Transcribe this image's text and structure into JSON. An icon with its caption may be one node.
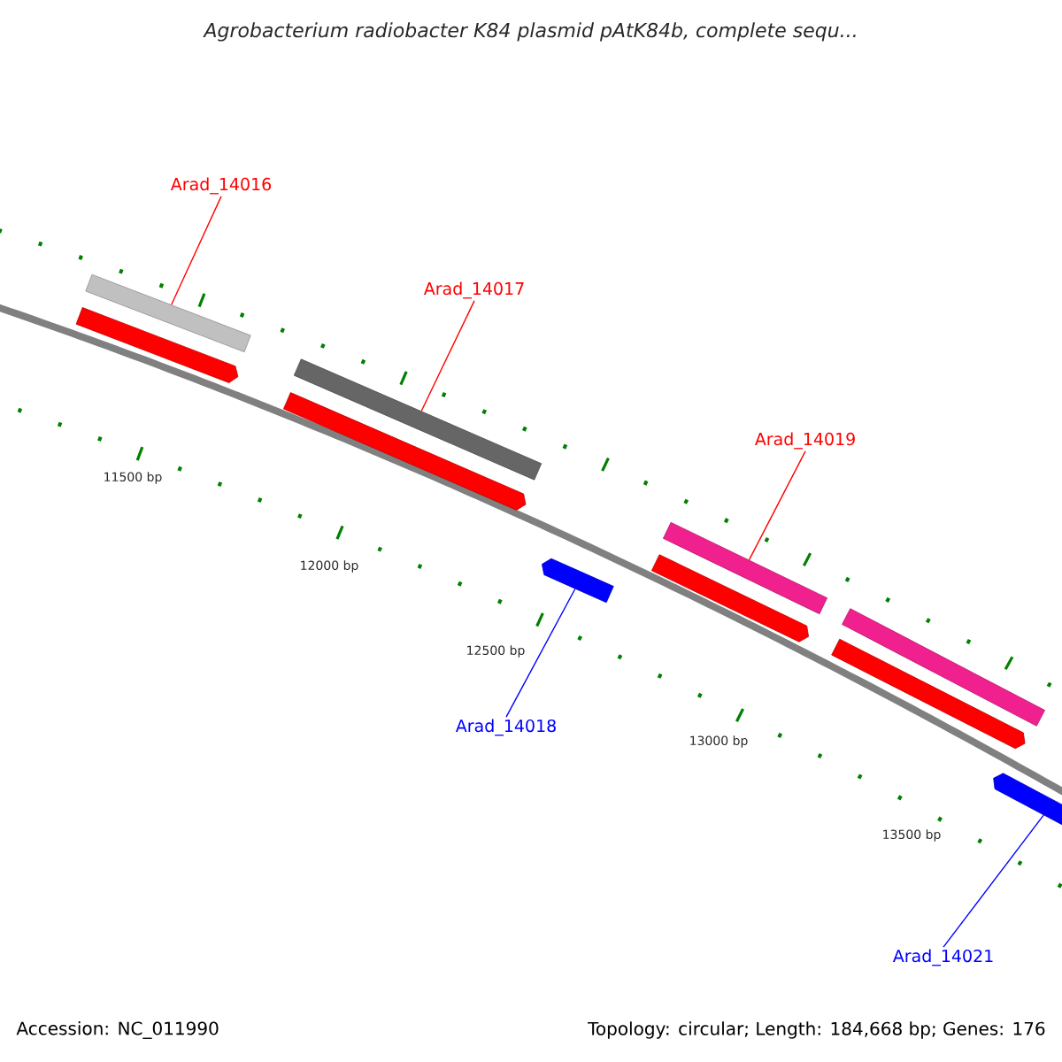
{
  "diagram": {
    "title": "Agrobacterium radiobacter K84 plasmid pAtK84b, complete sequ...",
    "nodes": [
      {
        "text": [
          "Arad_14016"
        ]
      },
      {
        "text": [],
        "shape": "bar"
      },
      {
        "text": [
          "Arad_14017"
        ]
      },
      {
        "text": [],
        "shape": "bar"
      },
      {
        "text": [
          "Arad_14019"
        ]
      },
      {
        "text": [],
        "shape": "bar"
      },
      {
        "text": [
          "Arad_14018"
        ]
      },
      {
        "text": [],
        "shape": "bar"
      },
      {
        "text": [
          "Arad_14021"
        ]
      },
      {
        "text": [],
        "shape": "bar"
      },
      {
        "text": [],
        "shape": "bar"
      },
      {
        "text": [],
        "shape": "bar"
      },
      {
        "text": [],
        "shape": "bar"
      },
      {
        "text": [],
        "shape": "bar"
      },
      {
        "text": [],
        "shape": "bar"
      }
    ],
    "edges": [
      {
        "from": 0,
        "to": 1,
        "arrow": "none"
      },
      {
        "from": 2,
        "to": 3,
        "arrow": "none"
      },
      {
        "from": 4,
        "to": 5,
        "arrow": "none"
      },
      {
        "from": 6,
        "to": 7,
        "arrow": "none",
        "color": "#0000ff"
      },
      {
        "from": 8,
        "to": 9,
        "arrow": "none",
        "color": "#0000ff"
      }
    ],
    "labels": [
      "11500 bp",
      "12000 bp",
      "12500 bp",
      "13000 bp",
      "13500 bp",
      "Accession: NC_011990",
      "Topology: circular; Length: 184,668 bp; Genes: 176"
    ]
  }
}
